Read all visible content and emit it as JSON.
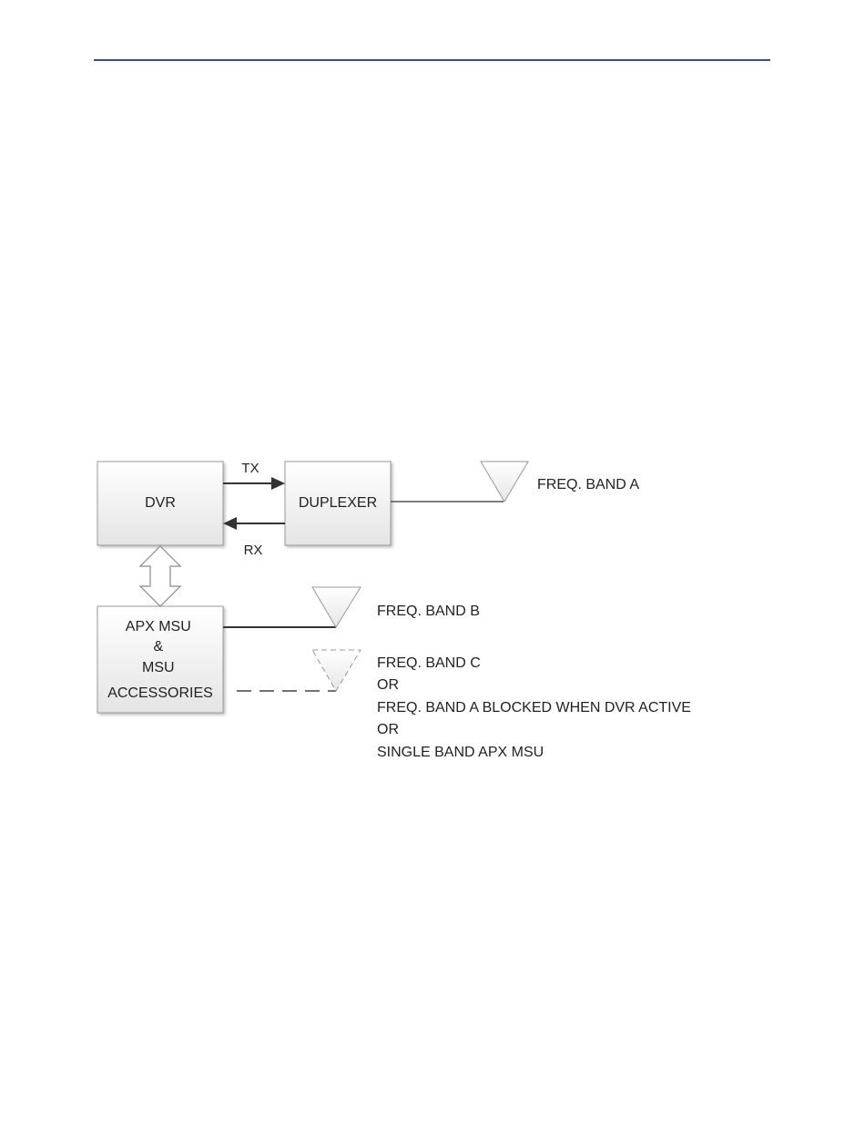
{
  "diagram": {
    "nodes": {
      "dvr": "DVR",
      "duplexer": "DUPLEXER",
      "apx_msu": [
        "APX MSU",
        "&",
        "MSU",
        "ACCESSORIES"
      ]
    },
    "edges": {
      "tx": "TX",
      "rx": "RX"
    },
    "antennas": {
      "band_a": [
        "FREQ. BAND A"
      ],
      "band_b": [
        "FREQ. BAND B"
      ],
      "band_c": [
        "FREQ. BAND C",
        "OR",
        "FREQ. BAND A BLOCKED WHEN DVR ACTIVE",
        "OR",
        "SINGLE BAND APX MSU"
      ]
    },
    "colors": {
      "header_rule": "#3b44c4",
      "box_fill_top": "#ffffff",
      "box_fill_bottom": "#e6e6e6",
      "box_stroke": "#9a9a9a",
      "line": "#333333"
    }
  }
}
